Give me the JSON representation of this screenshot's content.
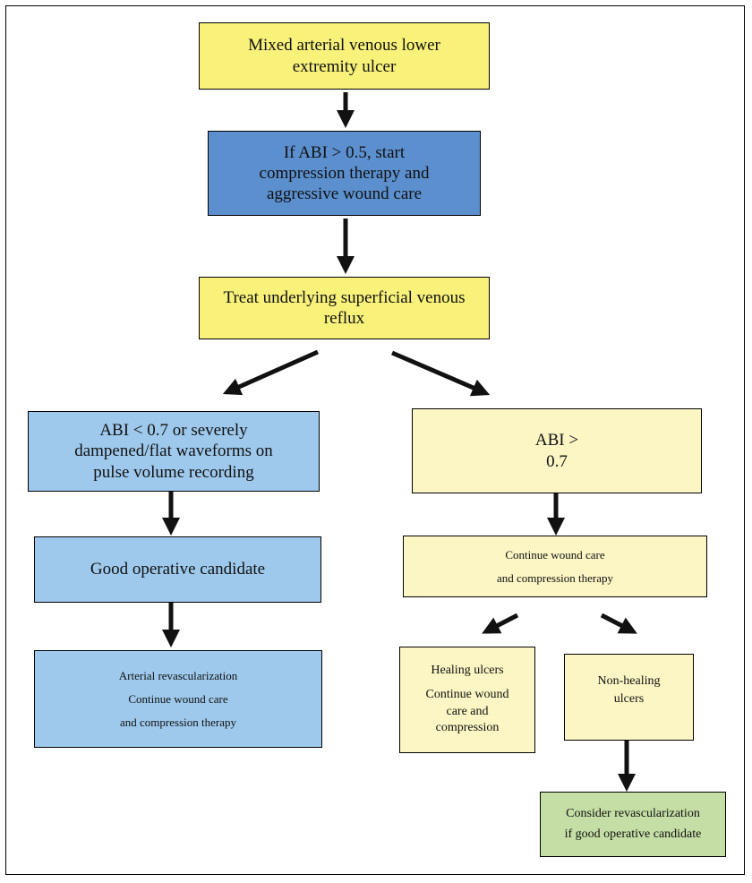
{
  "nodes": {
    "mixed_ulcer": {
      "lines": [
        "Mixed arterial venous lower",
        "extremity ulcer"
      ]
    },
    "abi_05": {
      "lines": [
        "If ABI > 0.5, start",
        "compression therapy and",
        "aggressive  wound care"
      ]
    },
    "treat_reflux": {
      "lines": [
        "Treat underlying superficial venous",
        "reflux"
      ]
    },
    "abi_lt_07": {
      "lines": [
        "ABI < 0.7 or severely",
        "dampened/flat waveforms on",
        "pulse volume recording"
      ]
    },
    "abi_gt_07": {
      "lines": [
        "ABI >",
        "0.7"
      ]
    },
    "good_candidate": {
      "lines": [
        "Good operative candidate"
      ]
    },
    "continue_care": {
      "lines": [
        "Continue wound care",
        "and compression therapy"
      ]
    },
    "arterial_revasc": {
      "lines": [
        "Arterial revascularization",
        "Continue wound care",
        "and compression therapy"
      ]
    },
    "healing": {
      "lines": [
        "Healing ulcers",
        "Continue wound",
        "care and",
        "compression"
      ]
    },
    "non_healing": {
      "lines": [
        "Non-healing",
        "ulcers"
      ]
    },
    "consider_revasc": {
      "lines": [
        "Consider revascularization",
        "if good operative candidate"
      ]
    }
  },
  "colors": {
    "yellow": "#f8f17a",
    "blue_dark": "#5b8fce",
    "blue_light": "#9ec9ec",
    "cream": "#fbf6c4",
    "green": "#c5dea5",
    "arrow": "#111111"
  }
}
